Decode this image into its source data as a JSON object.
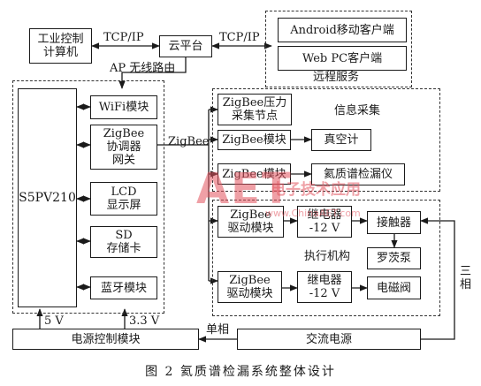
{
  "nodes": {
    "industrial_pc": "工业控制\n计算机",
    "cloud": "云平台",
    "android_client": "Android移动客户端",
    "web_client": "Web PC客户端",
    "remote_service": "远程服务",
    "ap_router": "AP 无线路由",
    "s5pv210": "S5PV210",
    "wifi": "WiFi模块",
    "zigbee_gateway": "ZigBee\n协调器\n网关",
    "lcd": "LCD\n显示屏",
    "sd": "SD\n存储卡",
    "bluetooth": "蓝牙模块",
    "zigbee_pressure": "ZigBee压力\n采集节点",
    "info_collect": "信息采集",
    "zigbee_vacuum": "ZigBee模块",
    "vacuum_gauge": "真空计",
    "zigbee_leak": "ZigBee模块",
    "leak_detector": "氦质谱检漏仪",
    "zigbee_drive1": "ZigBee\n驱动模块",
    "relay1": "继电器\n-12 V",
    "contactor": "接触器",
    "roots_pump": "罗茨泵",
    "actuator": "执行机构",
    "zigbee_drive2": "ZigBee\n驱动模块",
    "relay2": "继电器\n-12 V",
    "solenoid": "电磁阀",
    "power_module": "电源控制模块",
    "ac_power": "交流电源"
  },
  "edge_labels": {
    "tcpip_left": "TCP/IP",
    "tcpip_right": "TCP/IP",
    "zigbee": "ZigBee",
    "v5": "5 V",
    "v33": "3.3 V",
    "single_phase": "单相",
    "three_phase": "三\n相"
  },
  "watermark": {
    "main": "AET",
    "cn": "电子技术应用",
    "url": "www.ChinaAET.com"
  },
  "caption": "图 2   氦质谱检漏系统整体设计"
}
